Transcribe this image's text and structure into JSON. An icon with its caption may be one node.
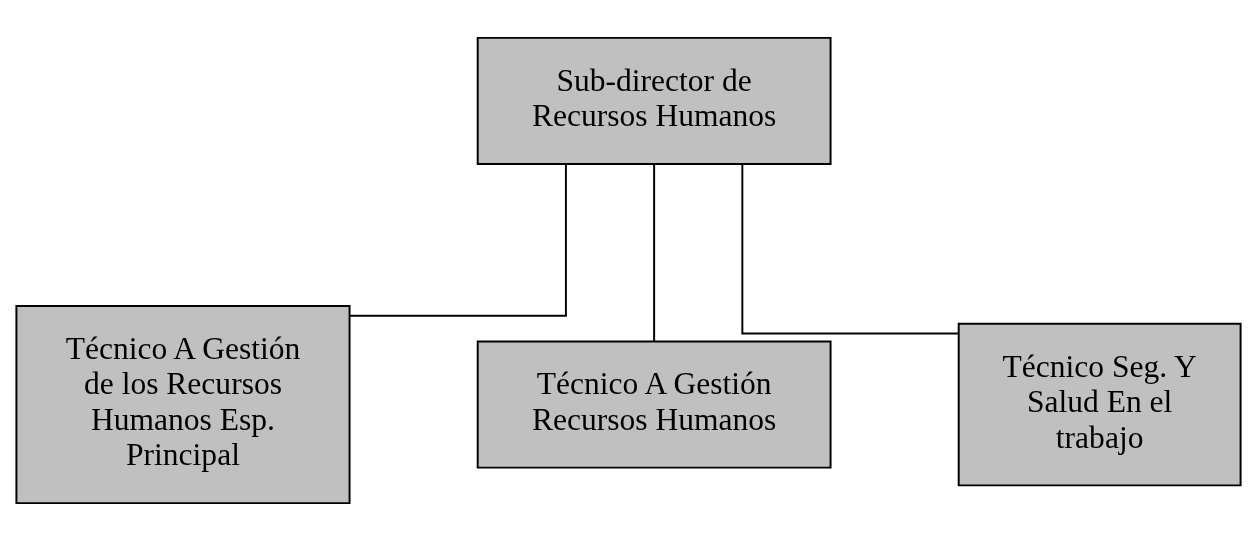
{
  "diagram": {
    "nodes": [
      {
        "text": [
          "Sub-director de Recursos Humanos"
        ]
      },
      {
        "text": [
          "Técnico A Gestión de los Recursos Humanos Esp. Principal"
        ]
      },
      {
        "text": [
          "Técnico A Gestión Recursos Humanos"
        ]
      },
      {
        "text": [
          "Técnico Seg. Y Salud En el trabajo"
        ]
      }
    ],
    "edges": [
      {
        "from": 0,
        "to": 1,
        "arrow": "none"
      },
      {
        "from": 0,
        "to": 2,
        "arrow": "none"
      },
      {
        "from": 0,
        "to": 3,
        "arrow": "none"
      }
    ]
  }
}
